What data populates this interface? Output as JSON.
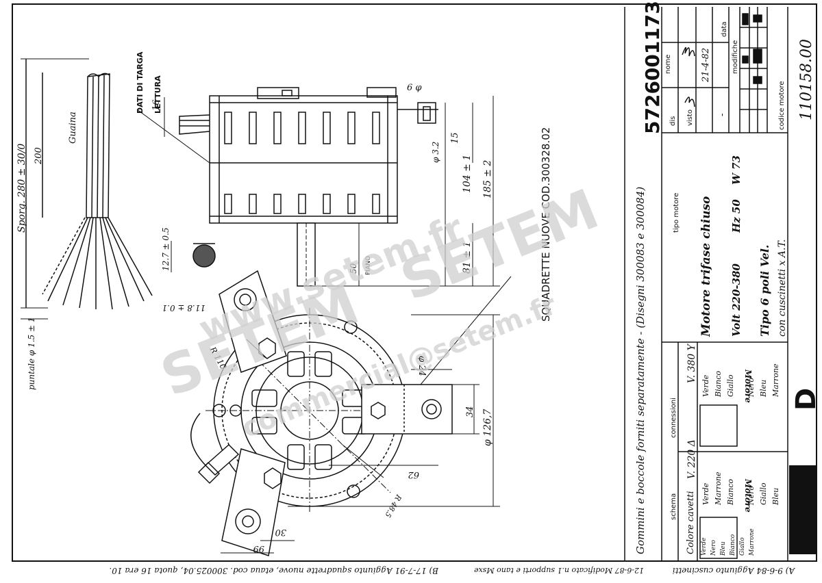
{
  "drawing": {
    "code": "5726001173",
    "motor_code_label": "codice motore",
    "motor_code": "110158.00",
    "watermark_site": "www.setem.fr",
    "watermark_brand": "SETEM",
    "watermark_email": "commercial@setem.fr"
  },
  "title_block": {
    "name_label": "nome",
    "date_label": "data",
    "drawn_label": "dis",
    "checked_label": "visto",
    "date": "21-4-82",
    "date_dash": "-",
    "modifiche_label": "modifiche",
    "tipo_motore_label": "tipo motore",
    "motor_line1": "Motore trifase chiuso",
    "motor_line2_volt": "Volt 220-380",
    "motor_line2_hz": "Hz 50",
    "motor_line2_w": "W 73",
    "motor_line3": "Tipo 6 poli   Vel.",
    "motor_line4": "con cuscinetti x A.T."
  },
  "connections": {
    "schema_label": "schema",
    "connessioni_label": "connessioni",
    "colors_label": "Colore cavetti",
    "motore_label": "Motore",
    "v220_label": "V. 220 Δ",
    "v380_label": "V. 380 Y",
    "v220_wires": [
      "Verde",
      "Marrone",
      "Bianco",
      "Nero",
      "Giallo",
      "Bleu"
    ],
    "v380_wires": [
      "Verde",
      "Bianco",
      "Giallo",
      "Nero",
      "Bleu",
      "Marrone"
    ],
    "legend_wires": [
      "Verde",
      "Nero",
      "Bleu",
      "Bianco",
      "Giallo",
      "Marrone"
    ]
  },
  "notes": {
    "gommini": "Gommini e boccole forniti separatamente - (Disegni 300083 e 300084)",
    "squadrette": "SQUADRETTE NUOVE COD.300328.02",
    "dati_targa": "DATI DI TARGA",
    "lettura": "LETTURA",
    "guaina": "Guaina",
    "sporg": "Sporg. 280 ± 30/0",
    "puntale": "puntale φ 1.5 ± 1",
    "piano": "PIANO"
  },
  "dimensions": {
    "d200": "200",
    "d16": "16",
    "d6phi": "6 φ",
    "d3phi": "φ 3.2",
    "d15": "15",
    "d104": "104 ± 1",
    "d185": "185 ± 2",
    "d81": "81 ± 1",
    "d50": "50",
    "d127": "12.7 ± 0.5",
    "d118": "11.8 ± 0.1",
    "r110": "R 110",
    "phi24": "φ 24",
    "phi1267": "φ 126,7",
    "d34": "34",
    "d62": "62",
    "r485": "R 48.5",
    "d30": "30",
    "d99": "99"
  },
  "revisions": {
    "a": "A) 9-6-84 Aggiunto cuscinetti",
    "mid": "12-6-87 Modificato n.1 supporti e tano Msxe",
    "b": "B) 17-7-91 Aggiunto squadrette nuove, etaua cod. 300025.04, quota 16 era 10."
  }
}
